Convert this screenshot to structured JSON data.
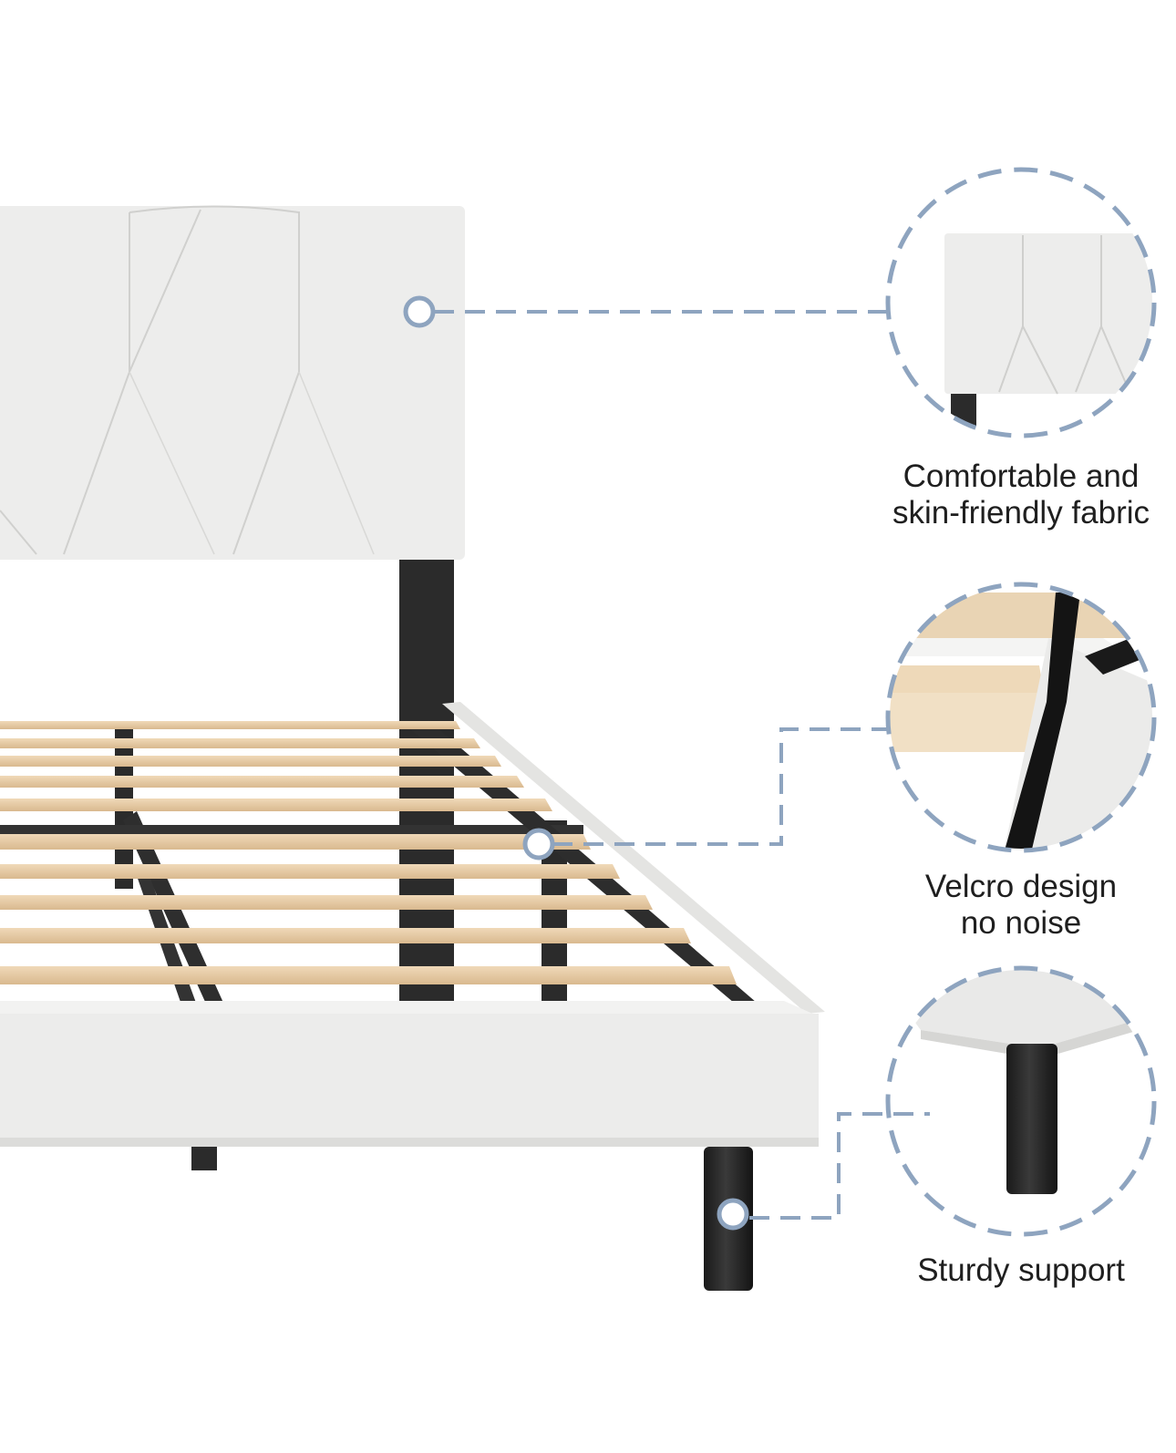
{
  "colors": {
    "fabric": "#ececeb",
    "fabric_shadow": "#d4d4d2",
    "metal": "#2a2a2a",
    "wood": "#e6c9a2",
    "callout": "#8ea4bf"
  },
  "callouts": [
    {
      "icon": "headboard-detail-icon",
      "lines": [
        "Comfortable and",
        "skin-friendly fabric"
      ]
    },
    {
      "icon": "velcro-strap-detail-icon",
      "lines": [
        "Velcro design",
        "no noise"
      ]
    },
    {
      "icon": "support-leg-detail-icon",
      "lines": [
        "Sturdy support"
      ]
    }
  ]
}
